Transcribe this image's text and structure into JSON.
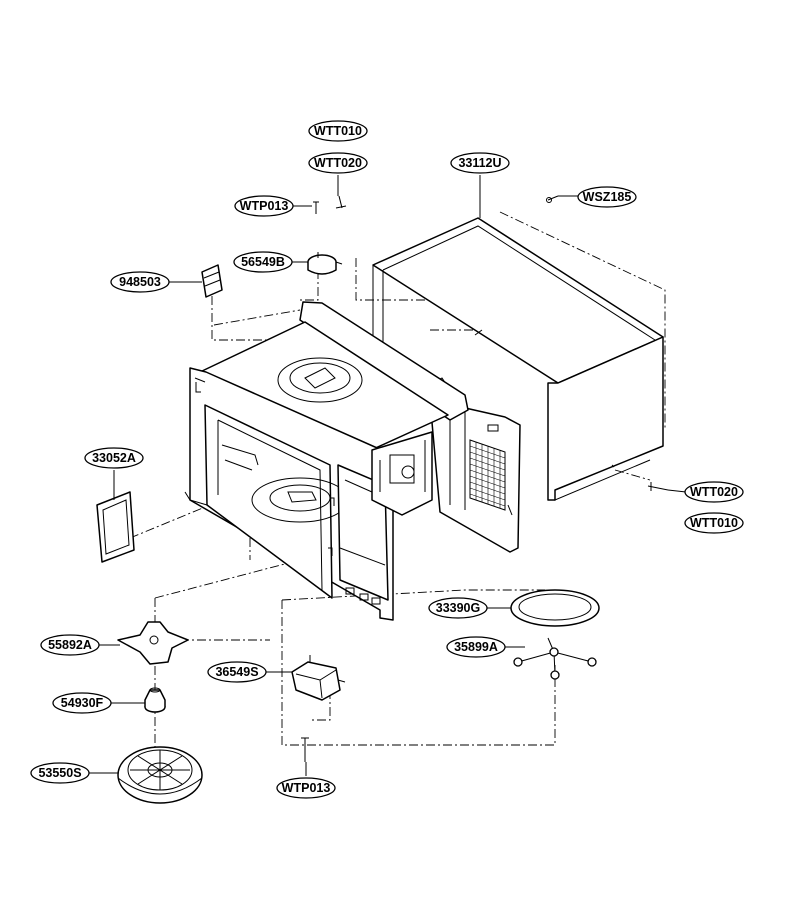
{
  "diagram": {
    "labels": {
      "wtt010_top": "WTT010",
      "wtt020_top": "WTT020",
      "p33112u": "33112U",
      "wsz185": "WSZ185",
      "wtp013_top": "WTP013",
      "p56549b": "56549B",
      "p948503": "948503",
      "p33052a": "33052A",
      "wtt020_side": "WTT020",
      "wtt010_side": "WTT010",
      "p33390g": "33390G",
      "p35899a": "35899A",
      "p55892a": "55892A",
      "p36549s": "36549S",
      "p54930f": "54930F",
      "p53550s": "53550S",
      "wtp013_bottom": "WTP013"
    }
  }
}
